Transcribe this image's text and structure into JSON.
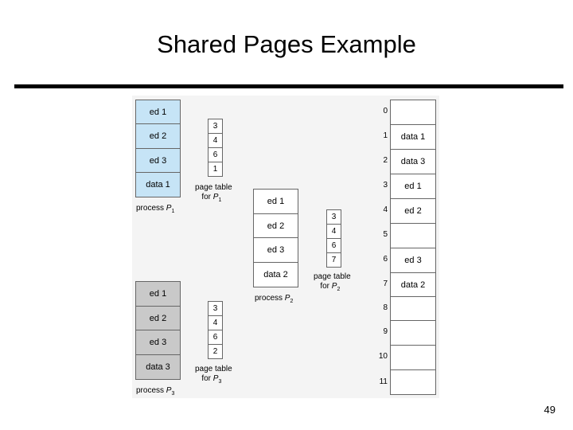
{
  "slide": {
    "title": "Shared Pages Example",
    "page_number": "49"
  },
  "process_p1": {
    "pages": [
      "ed 1",
      "ed 2",
      "ed 3",
      "data 1"
    ],
    "label": "process",
    "label_proc": "P",
    "label_sub": "1"
  },
  "page_table_p1": {
    "entries": [
      "3",
      "4",
      "6",
      "1"
    ],
    "label_line1": "page table",
    "label_line2": "for",
    "label_proc": "P",
    "label_sub": "1"
  },
  "process_p2": {
    "pages": [
      "ed 1",
      "ed 2",
      "ed 3",
      "data 2"
    ],
    "label": "process",
    "label_proc": "P",
    "label_sub": "2"
  },
  "page_table_p2": {
    "entries": [
      "3",
      "4",
      "6",
      "7"
    ],
    "label_line1": "page table",
    "label_line2": "for",
    "label_proc": "P",
    "label_sub": "2"
  },
  "process_p3": {
    "pages": [
      "ed 1",
      "ed 2",
      "ed 3",
      "data 3"
    ],
    "label": "process",
    "label_proc": "P",
    "label_sub": "3"
  },
  "page_table_p3": {
    "entries": [
      "3",
      "4",
      "6",
      "2"
    ],
    "label_line1": "page table",
    "label_line2": "for",
    "label_proc": "P",
    "label_sub": "3"
  },
  "memory": {
    "frame_numbers": [
      "0",
      "1",
      "2",
      "3",
      "4",
      "5",
      "6",
      "7",
      "8",
      "9",
      "10",
      "11"
    ],
    "frames": [
      "",
      "data 1",
      "data 3",
      "ed 1",
      "ed 2",
      "",
      "ed 3",
      "data 2",
      "",
      "",
      "",
      ""
    ]
  }
}
